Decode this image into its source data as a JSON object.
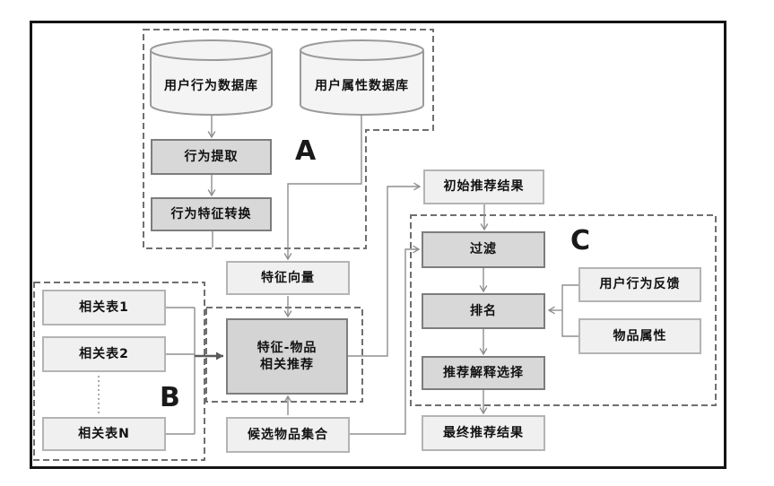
{
  "sections": {
    "a_label": "A",
    "b_label": "B",
    "c_label": "C"
  },
  "nodes": {
    "user_behavior_db": {
      "label": "用户行为数据库"
    },
    "user_attribute_db": {
      "label": "用户属性数据库"
    },
    "behavior_extraction": {
      "label": "行为提取"
    },
    "behavior_feature_conversion": {
      "label": "行为特征转换"
    },
    "feature_vector": {
      "label": "特征向量"
    },
    "initial_recommendation_results": {
      "label": "初始推荐结果"
    },
    "filter": {
      "label": "过滤"
    },
    "ranking": {
      "label": "排名"
    },
    "user_behavior_feedback": {
      "label": "用户行为反馈"
    },
    "item_attributes": {
      "label": "物品属性"
    },
    "explanation_selection": {
      "label": "推荐解释选择"
    },
    "final_recommendation_results": {
      "label": "最终推荐结果"
    },
    "related_table_1": {
      "label": "相关表1"
    },
    "related_table_2": {
      "label": "相关表2"
    },
    "related_table_n": {
      "label": "相关表N"
    },
    "feature_item_recommendation": {
      "label": "特征-物品\n相关推荐"
    },
    "candidate_item_set": {
      "label": "候选物品集合"
    }
  },
  "colors": {
    "background": "#ffffff",
    "frame": "#141414",
    "box_light_fill": "#f0f0f0",
    "box_light_border": "#b4b4b4",
    "box_shaded_fill": "#d8d8d8",
    "box_shaded_border": "#7d7d7d",
    "cylinder_fill": "#f4f4f4",
    "connector": "#8f8f8f",
    "dashed_region": "#6f6f6f",
    "text": "#111111"
  }
}
